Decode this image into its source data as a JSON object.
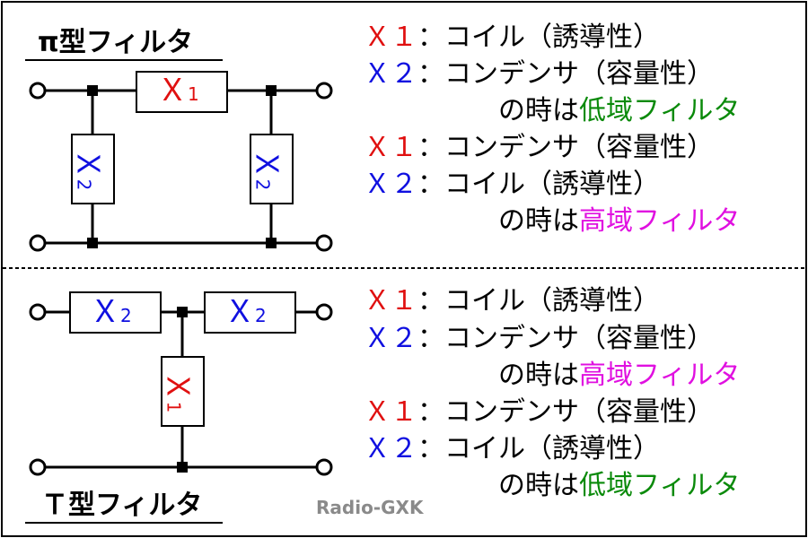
{
  "colors": {
    "x1": "#e01010",
    "x2": "#1010e0",
    "lowpass": "#0a8a0a",
    "highpass": "#e010e0"
  },
  "pi": {
    "title": "π型フィルタ",
    "x1_label": "Ｘ",
    "x1_sub": "1",
    "x2_label": "Ｘ",
    "x2_sub": "2"
  },
  "t": {
    "title": "Ｔ型フィルタ",
    "x1_label": "Ｘ",
    "x1_sub": "1",
    "x2_label": "Ｘ",
    "x2_sub": "2"
  },
  "pi_text": [
    {
      "sym": "Ｘ１",
      "rest": "：コイル（誘導性）"
    },
    {
      "sym": "Ｘ２",
      "rest": "：コンデンサ（容量性）"
    },
    {
      "prefix": "の時は",
      "filter": "低域フィルタ"
    },
    {
      "sym": "Ｘ１",
      "rest": "：コンデンサ（容量性）"
    },
    {
      "sym": "Ｘ２",
      "rest": "：コイル（誘導性）"
    },
    {
      "prefix": "の時は",
      "filter": "高域フィルタ"
    }
  ],
  "t_text": [
    {
      "sym": "Ｘ１",
      "rest": "：コイル（誘導性）"
    },
    {
      "sym": "Ｘ２",
      "rest": "：コンデンサ（容量性）"
    },
    {
      "prefix": "の時は",
      "filter": "高域フィルタ"
    },
    {
      "sym": "Ｘ１",
      "rest": "：コンデンサ（容量性）"
    },
    {
      "sym": "Ｘ２",
      "rest": "：コイル（誘導性）"
    },
    {
      "prefix": "の時は",
      "filter": "低域フィルタ"
    }
  ],
  "watermark": "Radio-GXK"
}
